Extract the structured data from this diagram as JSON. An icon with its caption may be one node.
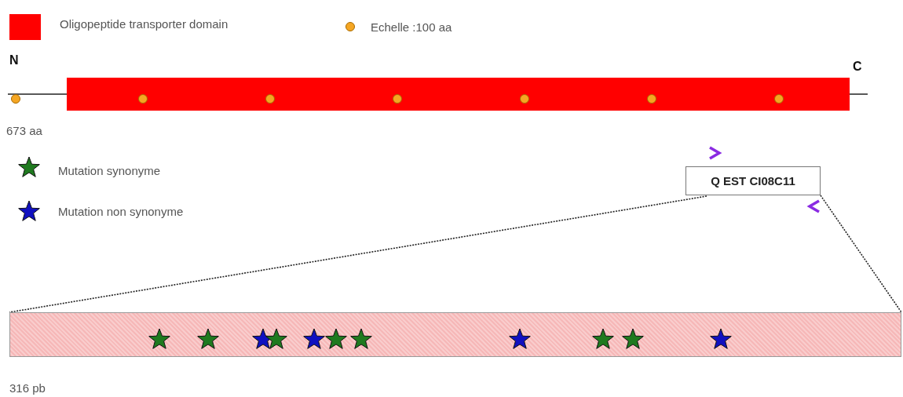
{
  "diagram": {
    "nodes": [
      {
        "text": [],
        "shape": "bar"
      },
      {
        "text": [
          "Q EST CI08C11"
        ]
      },
      {
        "text": [],
        "shape": "bar"
      }
    ],
    "edges": [
      {
        "from": 1,
        "to": 2,
        "arrow": "none",
        "style": "dashed"
      },
      {
        "from": 1,
        "to": 2,
        "arrow": "none",
        "style": "dashed"
      }
    ],
    "labels": [
      "N",
      "C",
      "673 aa",
      "316 pb"
    ],
    "legend": [
      {
        "text": "Oligopeptide transporter domain",
        "color": "#ff0000"
      },
      {
        "text": "Echelle :100 aa"
      },
      {
        "text": "Mutation synonyme"
      },
      {
        "text": "Mutation non synonyme"
      }
    ]
  }
}
